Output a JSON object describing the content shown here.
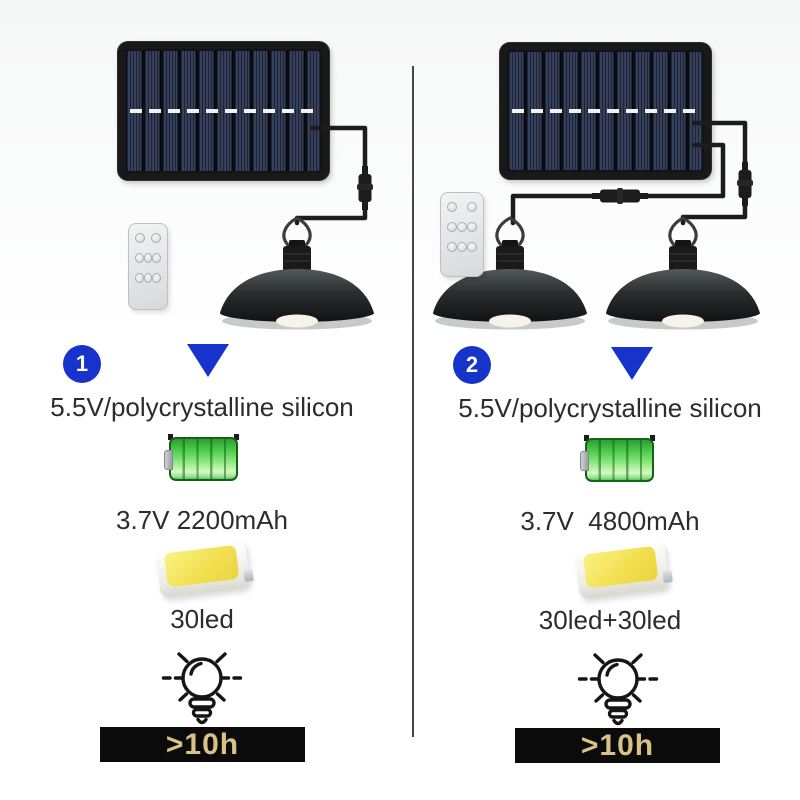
{
  "colors": {
    "accent_blue": "#1832cc",
    "banner_background": "#0b0b0b",
    "banner_text": "#d9c287",
    "battery_green": "#45c247",
    "text": "#2c2c2c"
  },
  "icons": {
    "marker": "numbered-circle-badge",
    "pointer": "down-triangle-icon",
    "battery": "battery-icon",
    "led": "led-chip-icon",
    "runtime": "light-bulb-icon",
    "products": [
      "solar-panel-image",
      "remote-control-image",
      "pendant-lamp-image"
    ]
  },
  "columns": [
    {
      "badge_number": "1",
      "lamp_count": "1",
      "solar_panel_spec": "5.5V/polycrystalline silicon",
      "battery_spec": "3.7V 2200mAh",
      "led_count": "30led",
      "runtime": ">10h"
    },
    {
      "badge_number": "2",
      "lamp_count": "2",
      "solar_panel_spec": "5.5V/polycrystalline silicon",
      "battery_spec": "3.7V  4800mAh",
      "led_count": "30led+30led",
      "runtime": ">10h"
    }
  ]
}
